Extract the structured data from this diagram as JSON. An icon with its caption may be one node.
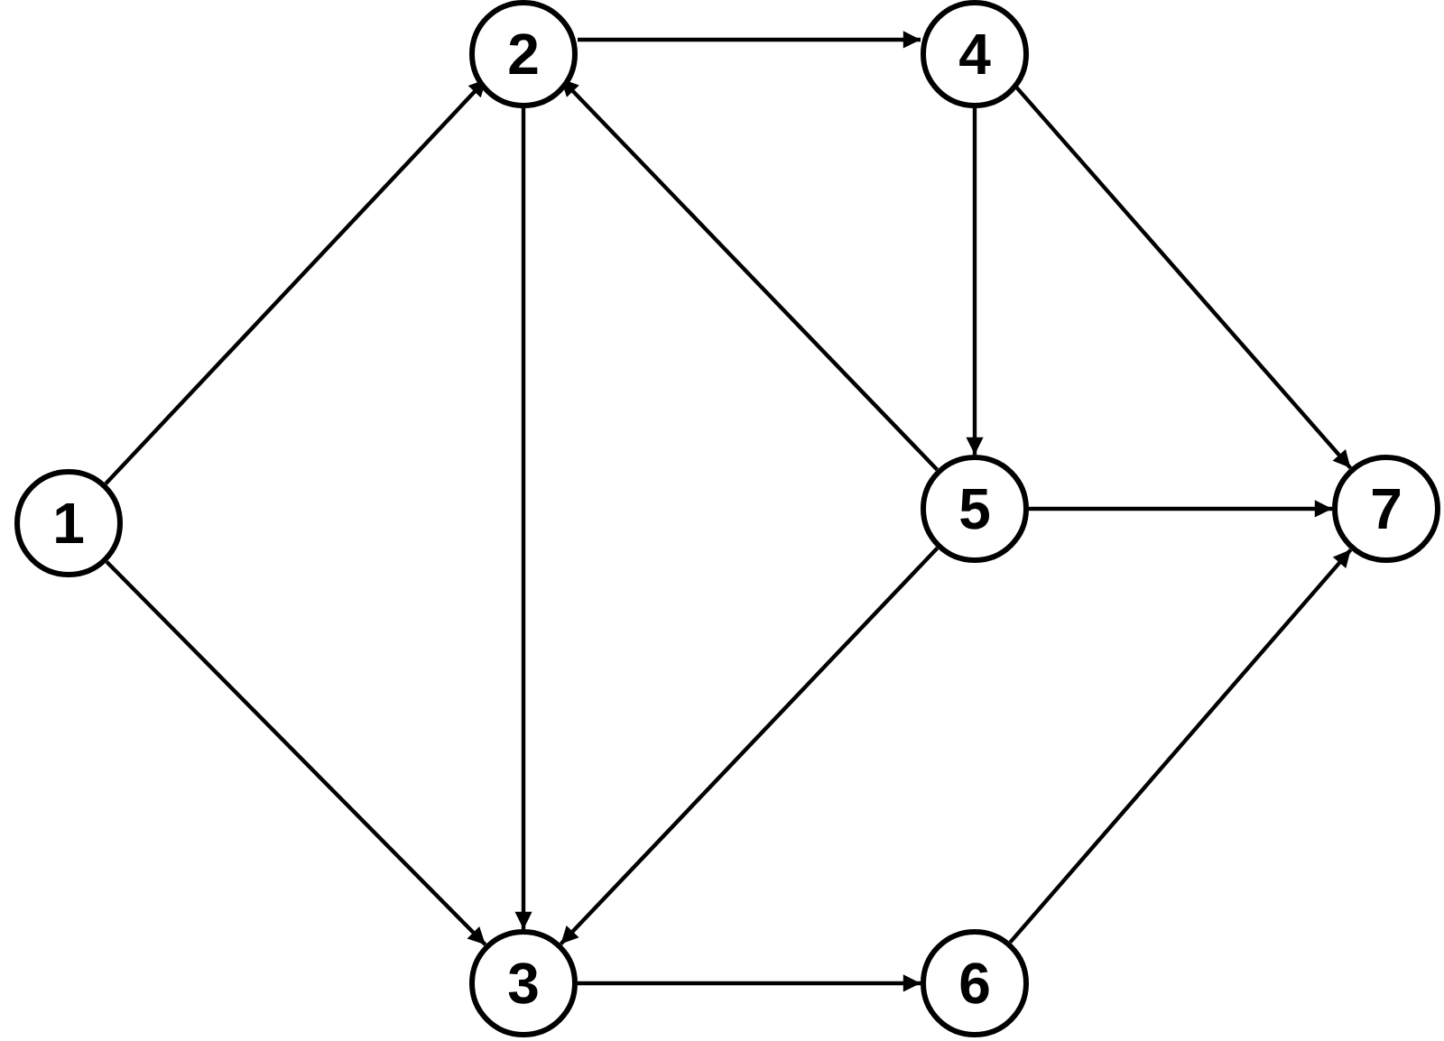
{
  "diagram": {
    "nodes": [
      {
        "text": [
          "1"
        ]
      },
      {
        "text": [
          "2"
        ]
      },
      {
        "text": [
          "3"
        ]
      },
      {
        "text": [
          "4"
        ]
      },
      {
        "text": [
          "5"
        ]
      },
      {
        "text": [
          "6"
        ]
      },
      {
        "text": [
          "7"
        ]
      }
    ],
    "edges": [
      {
        "from": 0,
        "to": 1,
        "arrow": "to"
      },
      {
        "from": 0,
        "to": 2,
        "arrow": "to"
      },
      {
        "from": 1,
        "to": 3,
        "arrow": "to"
      },
      {
        "from": 1,
        "to": 2,
        "arrow": "to"
      },
      {
        "from": 3,
        "to": 4,
        "arrow": "to"
      },
      {
        "from": 3,
        "to": 6,
        "arrow": "to"
      },
      {
        "from": 4,
        "to": 1,
        "arrow": "to"
      },
      {
        "from": 4,
        "to": 2,
        "arrow": "to"
      },
      {
        "from": 4,
        "to": 6,
        "arrow": "to"
      },
      {
        "from": 2,
        "to": 5,
        "arrow": "to"
      },
      {
        "from": 5,
        "to": 6,
        "arrow": "to"
      }
    ]
  }
}
